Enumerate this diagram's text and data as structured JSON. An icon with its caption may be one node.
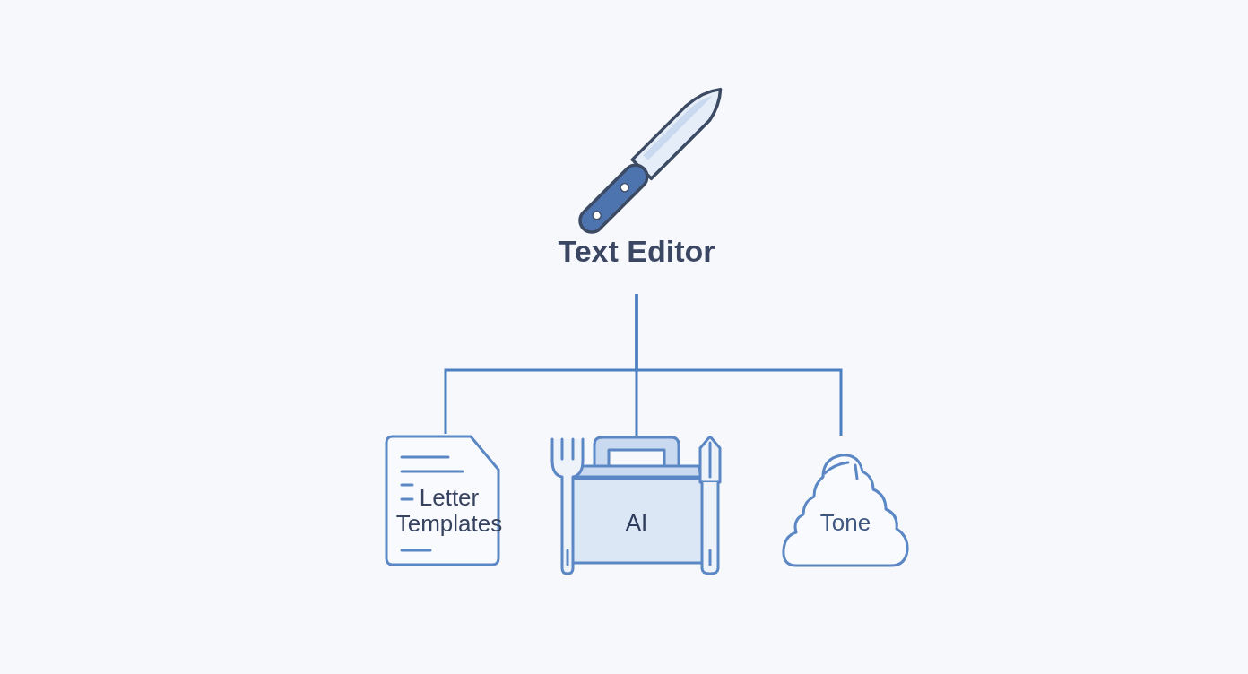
{
  "diagram": {
    "nodes": [
      {
        "text": [
          "Text Editor"
        ]
      },
      {
        "text": [
          "Letter Templates"
        ]
      },
      {
        "text": [
          "AI"
        ]
      },
      {
        "text": [
          "Tone"
        ]
      }
    ],
    "edges": [
      {
        "from": 0,
        "to": 1,
        "arrow": "none"
      },
      {
        "from": 0,
        "to": 2,
        "arrow": "none"
      },
      {
        "from": 0,
        "to": 3,
        "arrow": "none"
      }
    ]
  }
}
